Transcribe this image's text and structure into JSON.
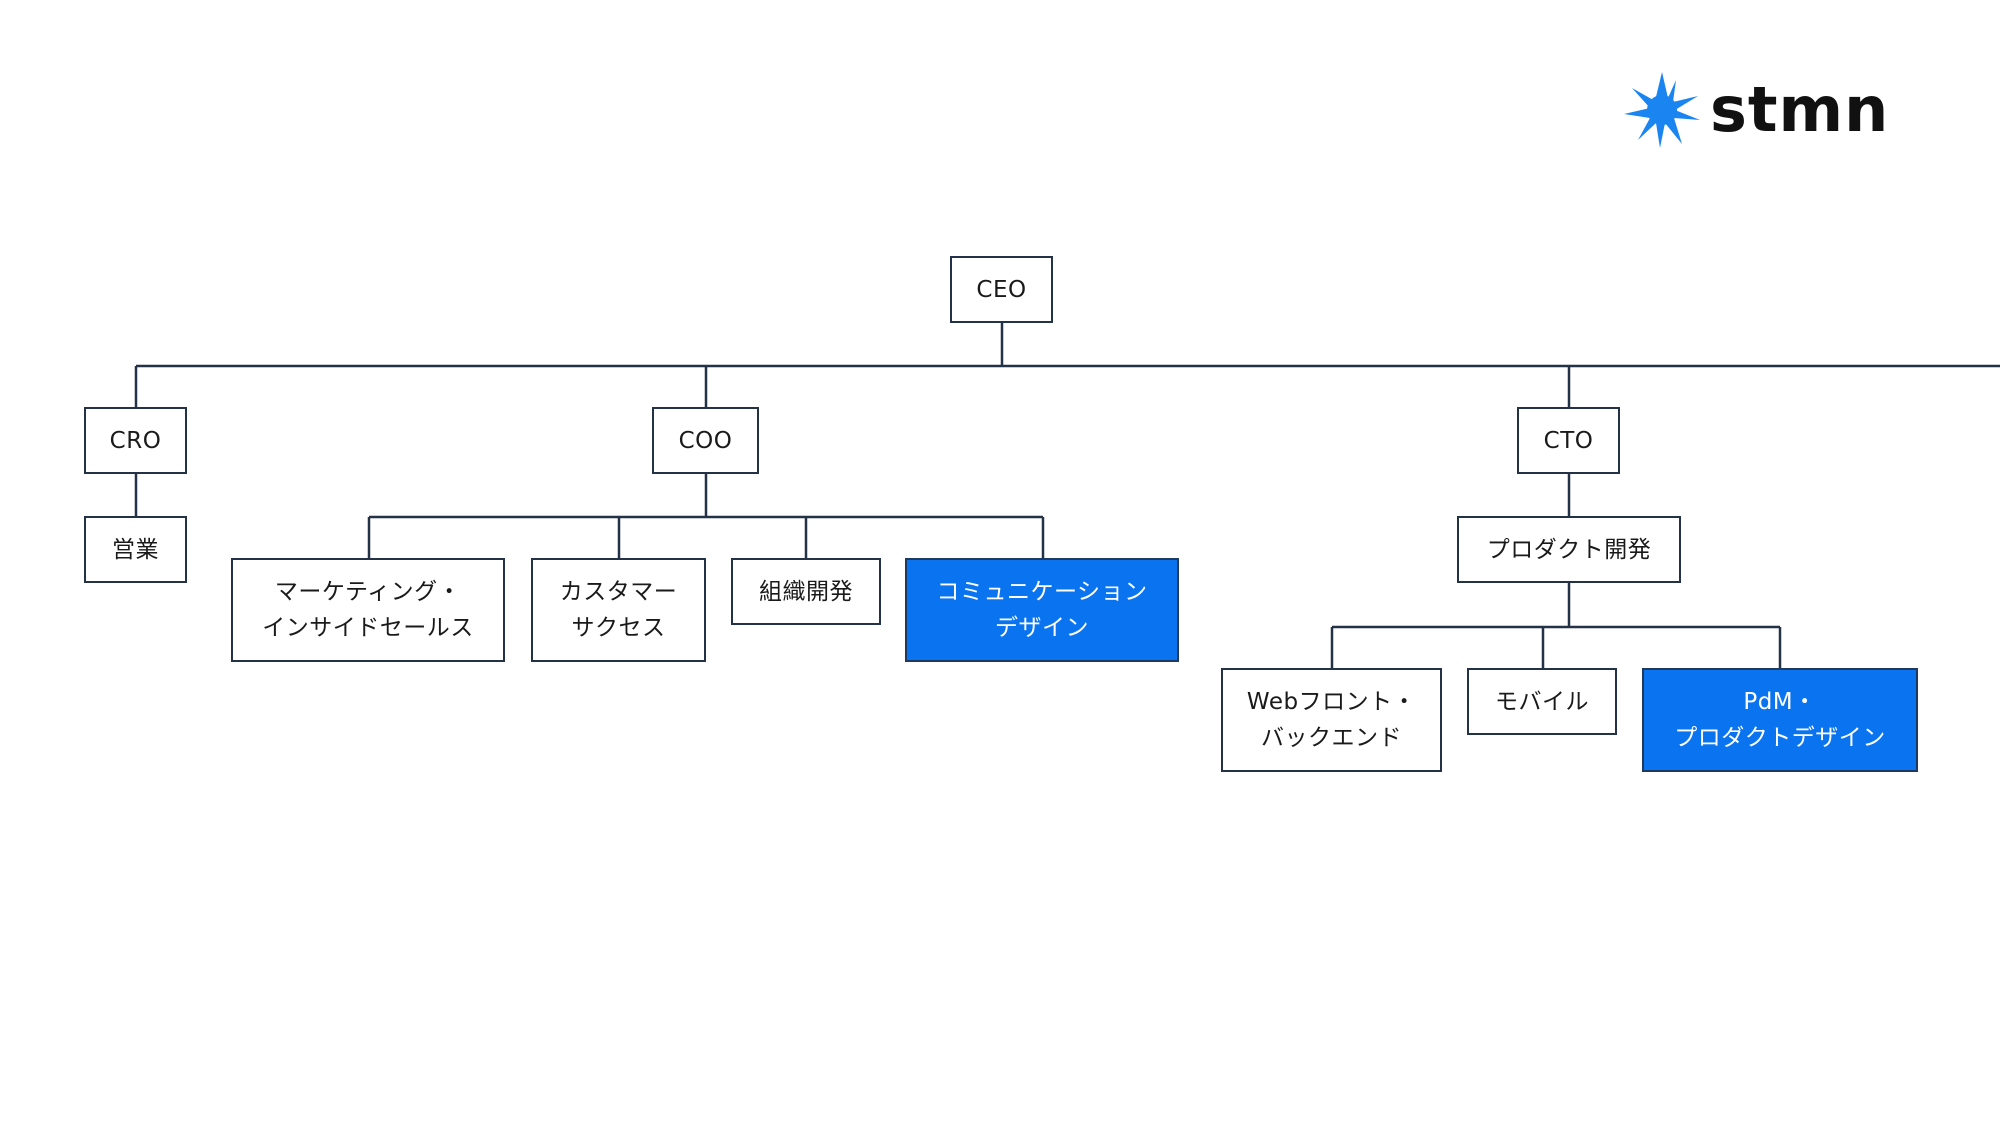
{
  "logo": {
    "text": "stmn",
    "icon": "star-burst-icon",
    "icon_color": "#1a85f0"
  },
  "colors": {
    "line": "#233246",
    "highlight_fill": "#0a74f0",
    "highlight_text": "#ffffff"
  },
  "nodes": {
    "ceo": "CEO",
    "cro": "CRO",
    "coo": "COO",
    "cto": "CTO",
    "sales": "営業",
    "marketing": "マーケティング・\nインサイドセールス",
    "customer_success": "カスタマー\nサクセス",
    "org_dev": "組織開発",
    "comm_design": "コミュニケーション\nデザイン",
    "product_dev": "プロダクト開発",
    "web": "Webフロント・\nバックエンド",
    "mobile": "モバイル",
    "pdm": "PdM・\nプロダクトデザイン"
  }
}
